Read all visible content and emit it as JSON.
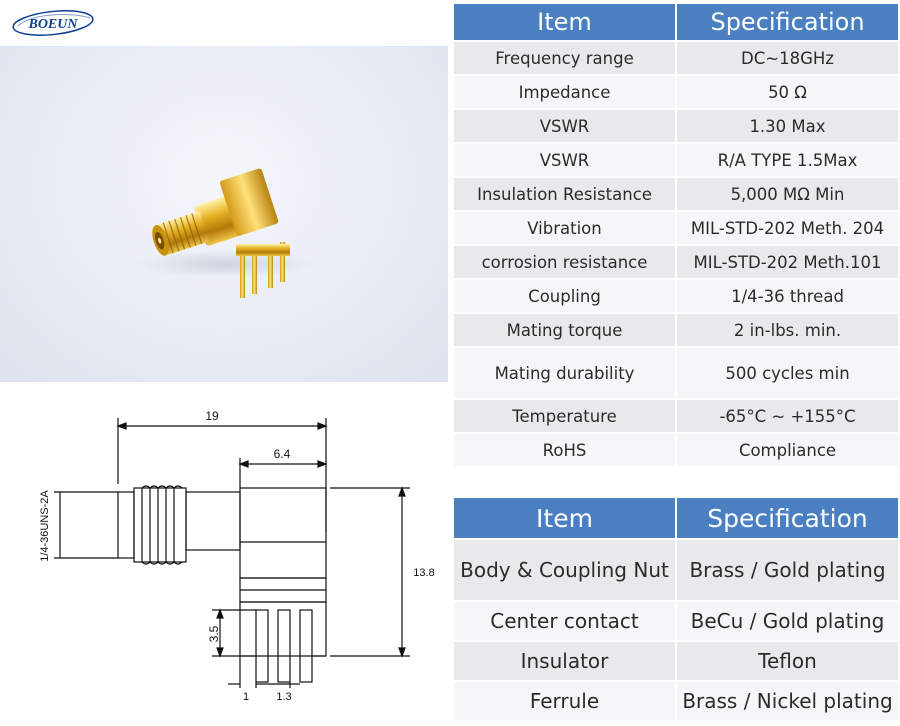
{
  "brand": {
    "logo_text": "BOEUN",
    "color": "#0f3f92"
  },
  "colors": {
    "header_bg": "#4a7fc1",
    "row_odd": "#e9e9ec",
    "row_even": "#f6f6f8"
  },
  "spec_table": {
    "headers": [
      "Item",
      "Specification"
    ],
    "rows": [
      [
        "Frequency range",
        "DC~18GHz"
      ],
      [
        "Impedance",
        "50 Ω"
      ],
      [
        "VSWR",
        "1.30 Max"
      ],
      [
        "VSWR",
        "R/A TYPE 1.5Max"
      ],
      [
        "Insulation Resistance",
        "5,000 MΩ Min"
      ],
      [
        "Vibration",
        "MIL-STD-202 Meth. 204"
      ],
      [
        "corrosion resistance",
        "MIL-STD-202 Meth.101"
      ],
      [
        "Coupling",
        "1/4-36 thread"
      ],
      [
        "Mating torque",
        "2 in-lbs. min."
      ],
      [
        "Mating durability",
        "500 cycles min"
      ],
      [
        "Temperature",
        "-65°C ~ +155°C"
      ],
      [
        "RoHS",
        "Compliance"
      ]
    ]
  },
  "material_table": {
    "headers": [
      "Item",
      "Specification"
    ],
    "rows": [
      [
        "Body & Coupling Nut",
        "Brass / Gold plating"
      ],
      [
        "Center contact",
        "BeCu / Gold plating"
      ],
      [
        "Insulator",
        "Teflon"
      ],
      [
        "Ferrule",
        "Brass / Nickel plating"
      ]
    ]
  },
  "drawing": {
    "dim_overall": "19",
    "dim_body": "6.4",
    "dim_height": "13.8",
    "dim_pin": "3.5",
    "dim_pin_w": "1",
    "dim_pin_pitch": "1.3",
    "thread_label": "1/4-36UNS-2A"
  }
}
